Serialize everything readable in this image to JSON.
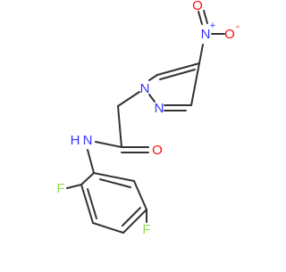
{
  "molecule": {
    "atoms": {
      "nitro_n": "N",
      "nitro_plus": "+",
      "nitro_o_single": "O",
      "nitro_o_minus": "-",
      "nitro_o_double": "O",
      "pyrazole_n1": "N",
      "pyrazole_n2": "N",
      "amide_n": "N",
      "amide_h": "H",
      "amide_o": "O",
      "fluorine_top": "F",
      "fluorine_bottom": "F"
    },
    "colors": {
      "bond": "#333333",
      "nitrogen": "#3333ff",
      "oxygen": "#ff0d0d",
      "fluorine": "#90e050"
    }
  }
}
